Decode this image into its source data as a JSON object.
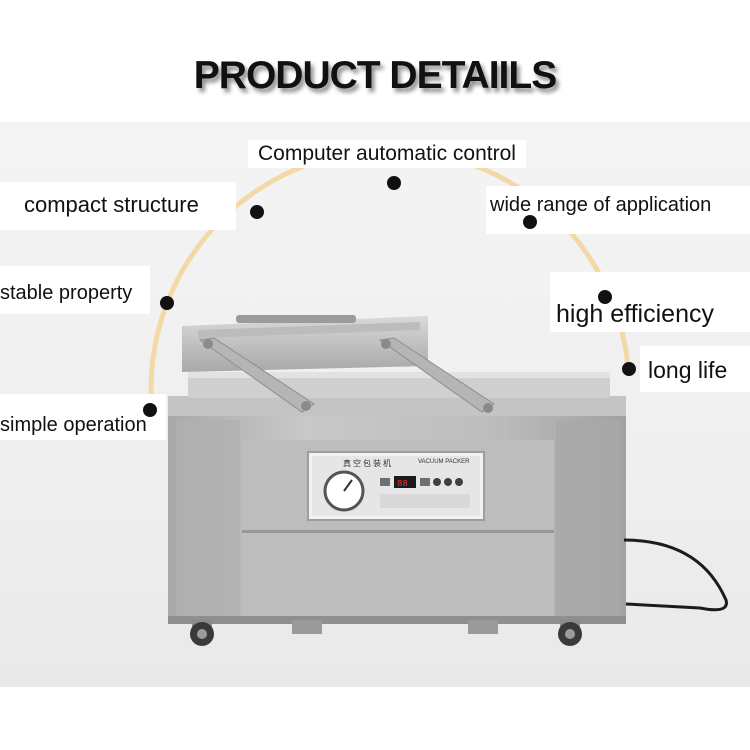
{
  "title": "PRODUCT DETAIILS",
  "features": {
    "computer_control": "Computer automatic control",
    "compact_structure": "compact structure",
    "wide_range": "wide range of application",
    "stable_property": "stable property",
    "high_efficiency": "high efficiency",
    "long_life": "long life",
    "simple_operation": "simple operation"
  },
  "panel": {
    "name_cn": "真空包装机",
    "name_en": "VACUUM PACKER"
  },
  "colors": {
    "arc": "#f3d9a8",
    "dot": "#111111",
    "steel": "#b7b7b7"
  },
  "icons": [
    "vacuum-gauge-icon",
    "digital-display-icon",
    "control-button-icon",
    "caster-wheel-icon"
  ]
}
